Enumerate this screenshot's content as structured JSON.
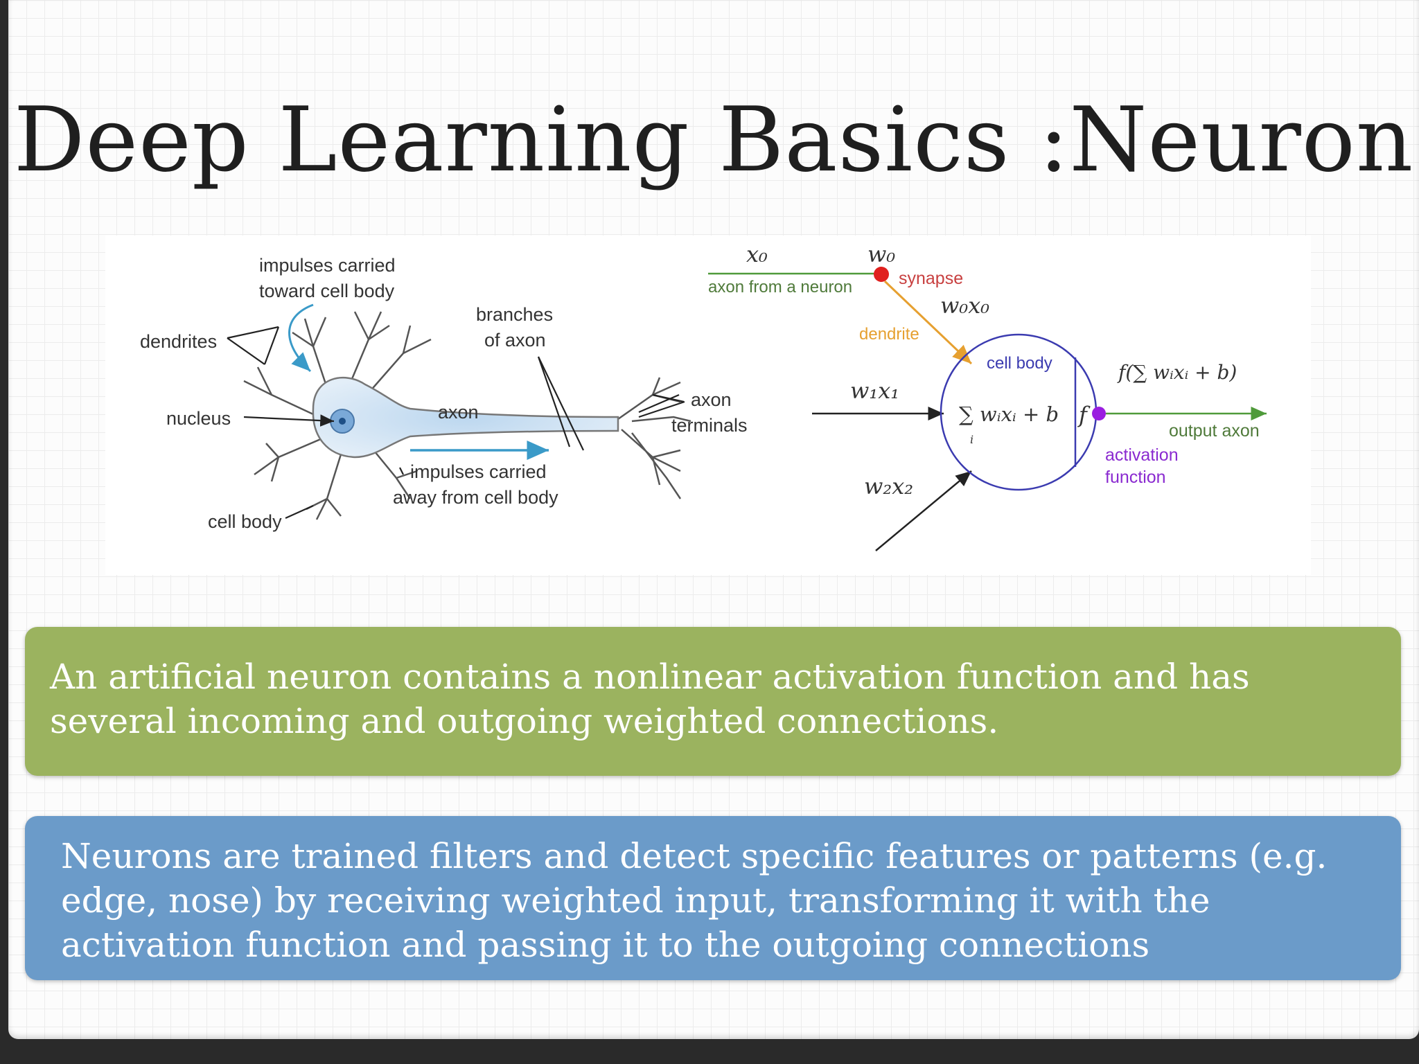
{
  "slide": {
    "title": "Deep Learning Basics :Neuron"
  },
  "biological_neuron": {
    "labels": {
      "impulses_in_line1": "impulses carried",
      "impulses_in_line2": "toward cell body",
      "branches_line1": "branches",
      "branches_line2": "of axon",
      "dendrites": "dendrites",
      "nucleus": "nucleus",
      "axon": "axon",
      "axon_terminals_line1": "axon",
      "axon_terminals_line2": "terminals",
      "impulses_out_line1": "impulses carried",
      "impulses_out_line2": "away from cell body",
      "cell_body": "cell body"
    }
  },
  "artificial_neuron": {
    "labels": {
      "x0": "x₀",
      "w0": "w₀",
      "synapse": "synapse",
      "axon_from_neuron": "axon from a neuron",
      "w0x0": "w₀x₀",
      "dendrite": "dendrite",
      "cell_body": "cell body",
      "w1x1": "w₁x₁",
      "sum_expr": "∑ wᵢxᵢ + b",
      "sum_index": "i",
      "f": "f",
      "activation_expr": "f(∑ wᵢxᵢ + b)",
      "output_axon": "output axon",
      "activation_line1": "activation",
      "activation_line2": "function",
      "w2x2": "w₂x₂"
    },
    "colors": {
      "synapse": "#e0201e",
      "dendrite": "#e6a030",
      "cell_body_circle": "#3b3bb0",
      "activation_dot": "#9a1ee0",
      "output_axon": "#4f9a3a",
      "axon_in": "#4f9a3a"
    }
  },
  "callouts": {
    "green": {
      "text": "An artificial neuron contains a nonlinear activation function and has several incoming and outgoing weighted connections.",
      "color": "#9bb35f"
    },
    "blue": {
      "text": "Neurons are trained filters and detect specific features or patterns (e.g. edge, nose) by receiving weighted input, transforming it with the activation function and passing it to the outgoing connections",
      "color": "#6b9bc9"
    }
  }
}
